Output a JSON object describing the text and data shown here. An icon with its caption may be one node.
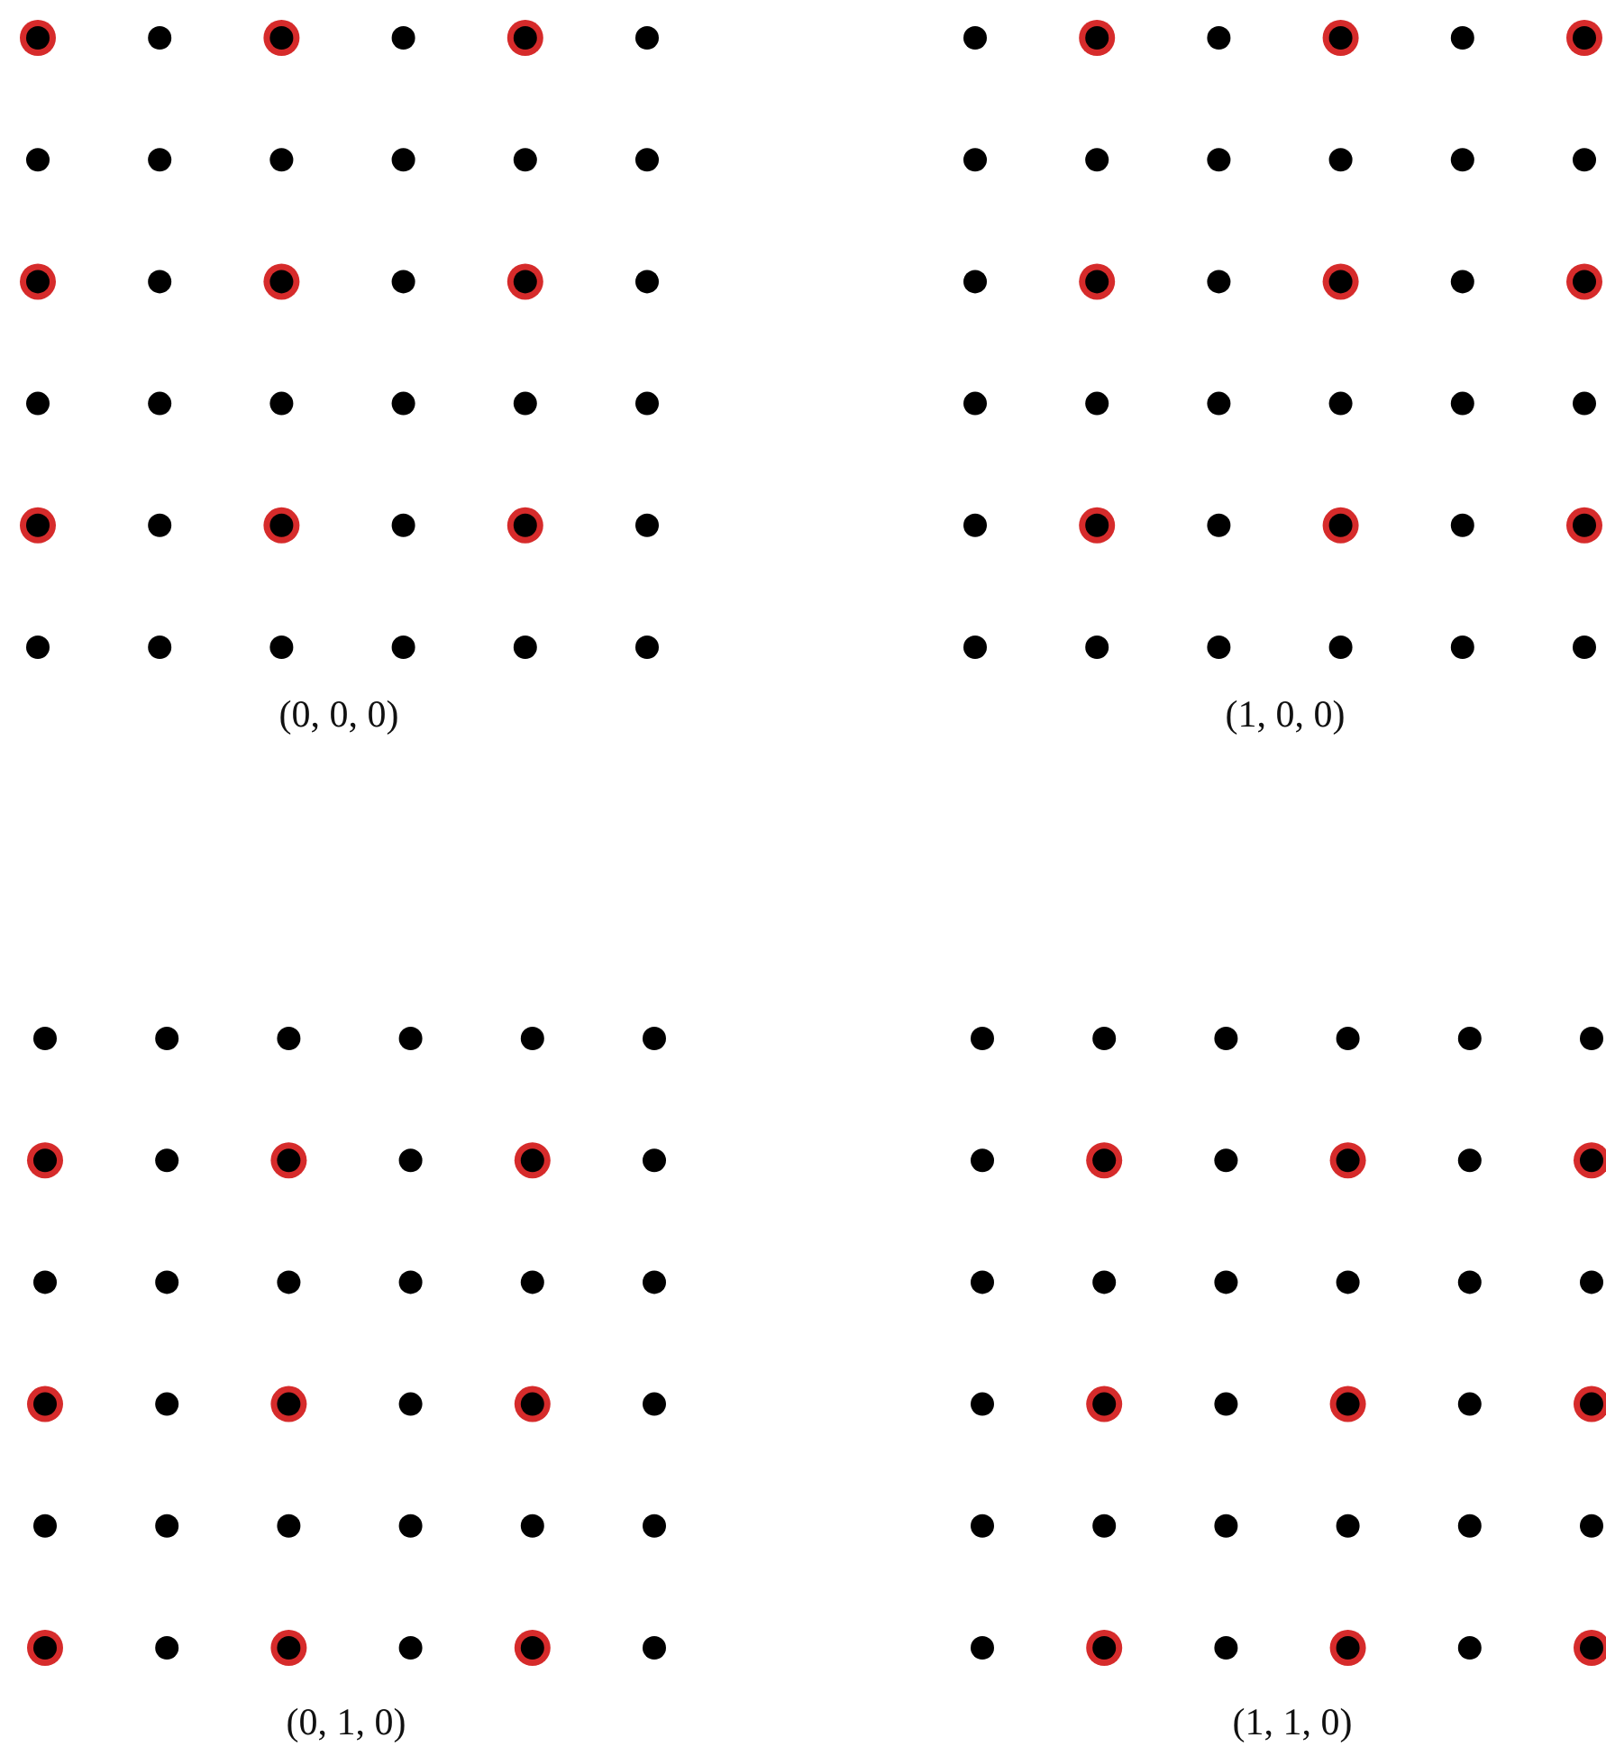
{
  "diagram": {
    "labels": [
      "(0, 0, 0)",
      "(1, 0, 0)",
      "(0, 1, 0)",
      "(1, 1, 0)"
    ]
  }
}
